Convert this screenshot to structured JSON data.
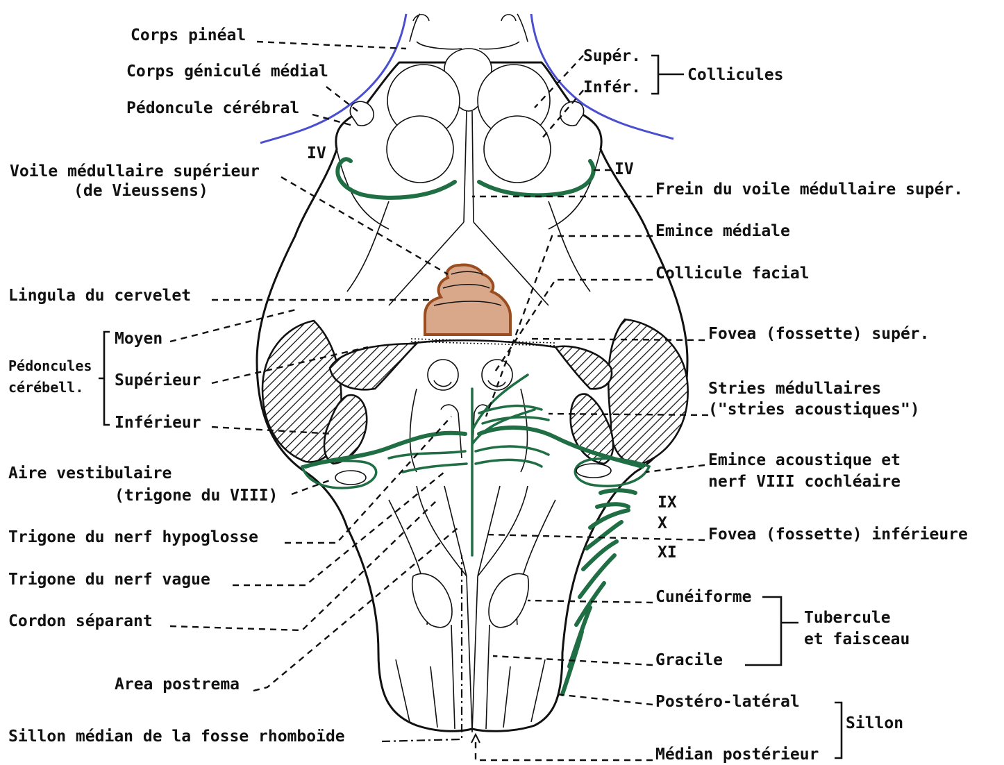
{
  "colors": {
    "outline": "#111111",
    "ventricle_edge": "#4a4fd0",
    "nerves_and_striae": "#1f6e44",
    "lingula": "#9a4d1f"
  },
  "labels": {
    "corps_pineal": "Corps pinéal",
    "corps_genicule_medial": "Corps géniculé médial",
    "pedoncule_cerebral": "Pédoncule cérébral",
    "iv_left": "IV",
    "iv_right": "IV",
    "voile_medullaire_1": "Voile médullaire supérieur",
    "voile_medullaire_2": "(de Vieussens)",
    "lingula": "Lingula du cervelet",
    "ped_cerebell_1": "Pédoncules",
    "ped_cerebell_2": "cérébell.",
    "moyen": "Moyen",
    "superieur": "Supérieur",
    "inferieur": "Inférieur",
    "aire_vestibulaire_1": "Aire vestibulaire",
    "aire_vestibulaire_2": "(trigone du VIII)",
    "trigone_hypoglosse": "Trigone du nerf hypoglosse",
    "trigone_vague": "Trigone du nerf vague",
    "cordon_separant": "Cordon séparant",
    "area_postrema": "Area postrema",
    "sillon_median_fosse": "Sillon médian de la fosse rhomboïde",
    "super": "Supér.",
    "infer": "Infér.",
    "collicules": "Collicules",
    "frein": "Frein du voile médullaire supér.",
    "emince_mediale": "Emince médiale",
    "collicule_facial": "Collicule facial",
    "fovea_super": "Fovea (fossette) supér.",
    "stries_1": "Stries médullaires",
    "stries_2": "(\"stries acoustiques\")",
    "emince_acoustique_1": "Emince acoustique et",
    "emince_acoustique_2": "nerf VIII cochléaire",
    "ix": "IX",
    "x": "X",
    "xi": "XI",
    "fovea_inferieure": "Fovea (fossette) inférieure",
    "cuneiforme": "Cunéiforme",
    "tubercule_1": "Tubercule",
    "tubercule_2": "et faisceau",
    "gracile": "Gracile",
    "postero_lateral": "Postéro-latéral",
    "sillon": "Sillon",
    "median_posterieur": "Médian postérieur"
  }
}
